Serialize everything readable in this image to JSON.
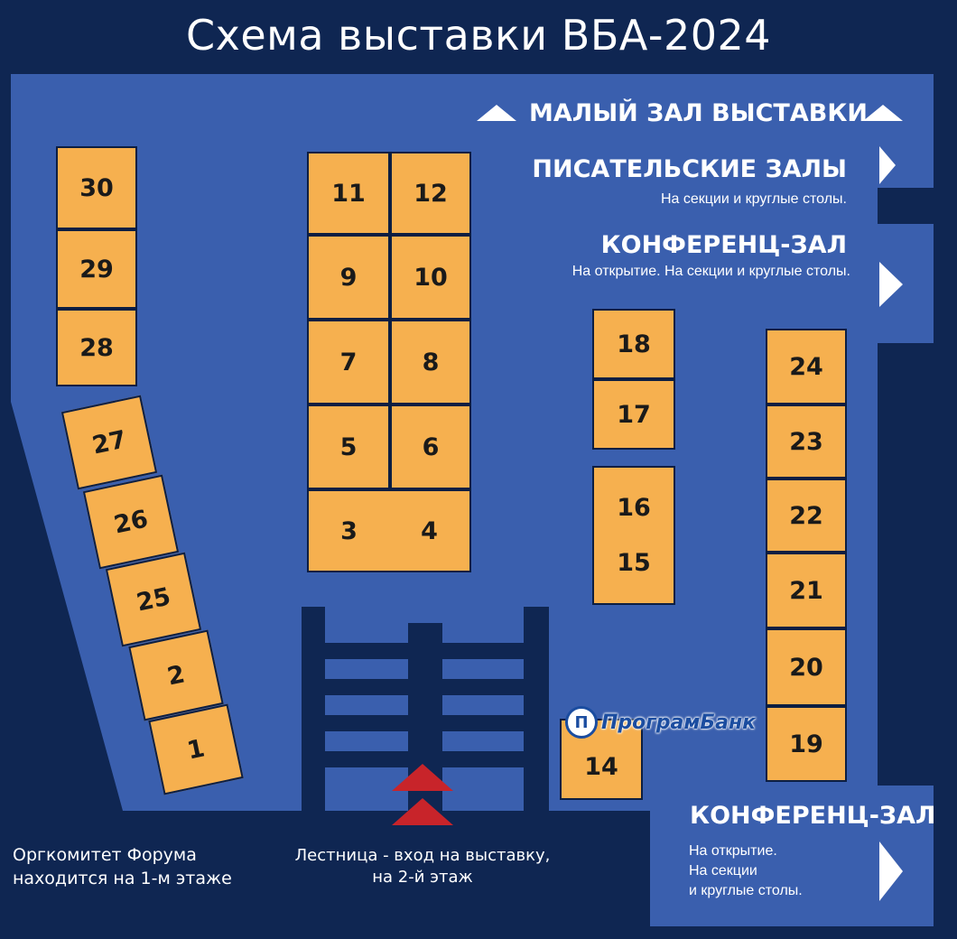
{
  "title": "Схема выставки ВБА-2024",
  "halls": {
    "small": {
      "title": "МАЛЫЙ ЗАЛ ВЫСТАВКИ"
    },
    "writers": {
      "title": "ПИСАТЕЛЬСКИЕ ЗАЛЫ",
      "subtitle": "На секции и круглые столы."
    },
    "conf_top": {
      "title": "КОНФЕРЕНЦ-ЗАЛ",
      "subtitle": "На открытие. На секции и круглые столы."
    },
    "conf_bottom": {
      "title": "КОНФЕРЕНЦ-ЗАЛ",
      "line1": "На открытие.",
      "line2": "На секции",
      "line3": "и круглые столы."
    }
  },
  "notes": {
    "orgcommittee_line1": "Оргкомитет Форума",
    "orgcommittee_line2": "находится на 1-м этаже",
    "stairs_line1": "Лестница - вход на выставку,",
    "stairs_line2": "на 2-й этаж"
  },
  "sponsor": {
    "name": "ПрограмБанк",
    "mark": "П"
  },
  "booths": {
    "b1": "1",
    "b2": "2",
    "b3": "3",
    "b4": "4",
    "b5": "5",
    "b6": "6",
    "b7": "7",
    "b8": "8",
    "b9": "9",
    "b10": "10",
    "b11": "11",
    "b12": "12",
    "b14": "14",
    "b15": "15",
    "b16": "16",
    "b17": "17",
    "b18": "18",
    "b19": "19",
    "b20": "20",
    "b21": "21",
    "b22": "22",
    "b23": "23",
    "b24": "24",
    "b25": "25",
    "b26": "26",
    "b27": "27",
    "b28": "28",
    "b29": "29",
    "b30": "30"
  },
  "colors": {
    "background": "#0f2652",
    "floor": "#3a5fae",
    "booth": "#f6b04f",
    "stairs_arrow": "#c8242a"
  }
}
